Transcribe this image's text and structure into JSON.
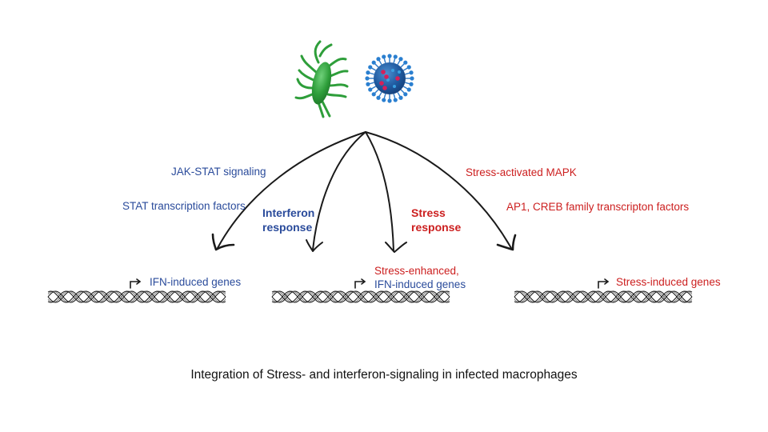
{
  "diagram": {
    "pathogens": [
      {
        "name": "bacterium",
        "color": "#2e9e3a"
      },
      {
        "name": "virus",
        "color": "#1f5aa0",
        "accent": "#d4205a"
      }
    ],
    "left_pathway": {
      "signaling": "JAK-STAT signaling",
      "transcription_factors": "STAT transcription factors",
      "response": "Interferon\nresponse",
      "response_line1": "Interferon",
      "response_line2": "response",
      "color": "#2a4b9b"
    },
    "right_pathway": {
      "signaling": "Stress-activated MAPK",
      "transcription_factors": "AP1, CREB family transcripton factors",
      "response_line1": "Stress",
      "response_line2": "response",
      "color": "#cc1f1f"
    },
    "gene_groups": [
      {
        "lines": [
          {
            "text": "IFN-induced genes",
            "color": "blue"
          }
        ]
      },
      {
        "lines": [
          {
            "text": "Stress-enhanced,",
            "color": "red"
          },
          {
            "text": "IFN-induced genes",
            "color": "blue"
          }
        ]
      },
      {
        "lines": [
          {
            "text": "Stress-induced genes",
            "color": "red"
          }
        ]
      }
    ],
    "caption": "Integration of Stress- and interferon-signaling in infected macrophages"
  }
}
